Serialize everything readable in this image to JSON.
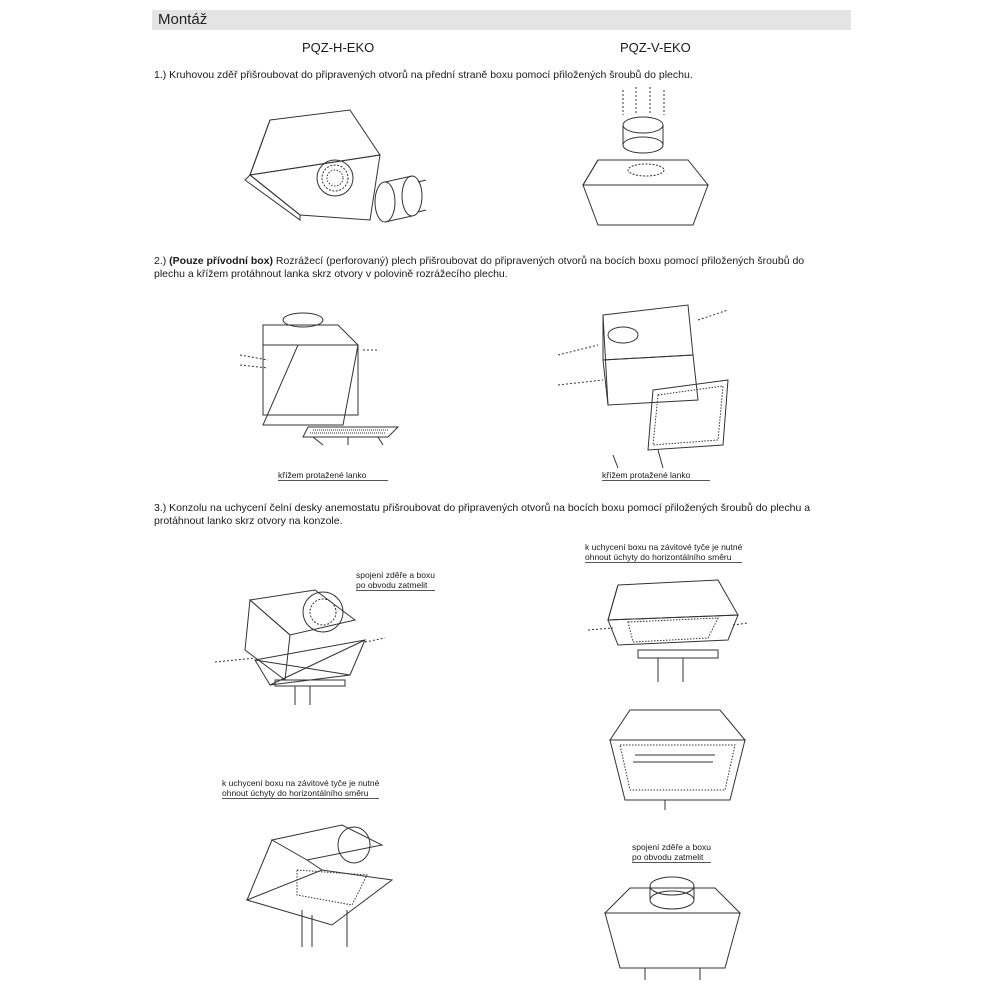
{
  "header": {
    "title": "Montáž"
  },
  "columns": {
    "left": "PQZ-H-EKO",
    "right": "PQZ-V-EKO"
  },
  "steps": {
    "s1": "1.) Kruhovou zděř přišroubovat do připravených otvorů na přední straně boxu pomocí přiložených šroubů do plechu.",
    "s2_bold": "(Pouze přívodní box)",
    "s2_prefix": "2.) ",
    "s2_line1": " Rozrážecí (perforovaný) plech přišroubovat do připravených otvorů na bocích boxu pomocí přiložených šroubů do",
    "s2_line2": "plechu a křížem protáhnout lanka skrz otvory v polovině rozrážecího plechu.",
    "s3_line1": "3.) Konzolu na uchycení čelní desky anemostatu přišroubovat do připravených otvorů na bocích boxu pomocí přiložených šroubů do plechu a",
    "s3_line2": "protáhnout lanko skrz otvory na konzole."
  },
  "callouts": {
    "krizem": "křížem protažené lanko",
    "spojeni_1": "spojení zděře a boxu",
    "spojeni_2": "po obvodu zatmelit",
    "uchyceni_1": "k uchycení boxu na závitové tyče je nutné",
    "uchyceni_2": "ohnout úchyty do horizontálního směru"
  },
  "colors": {
    "header_bg": "#e4e4e4",
    "line": "#333333",
    "text": "#1a1a1a"
  }
}
